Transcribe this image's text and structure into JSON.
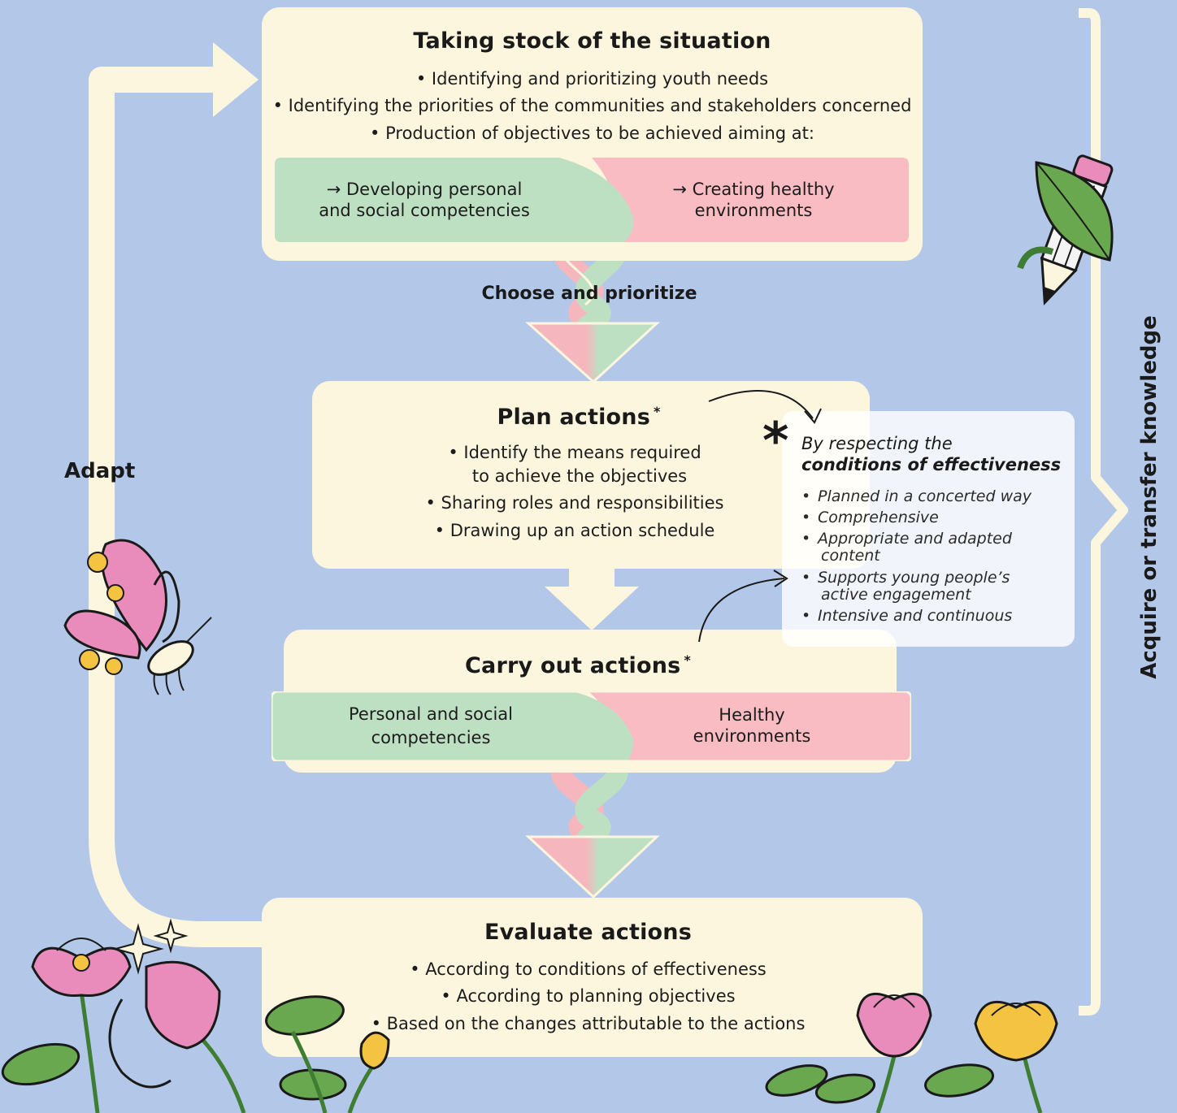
{
  "colors": {
    "background": "#b3c8e8",
    "box": "#fdf6df",
    "green": "#bde0c2",
    "pink": "#f8bcc2",
    "flow": "#fdf6df"
  },
  "steps": {
    "taking_stock": {
      "title": "Taking stock of the situation",
      "lines": [
        "• Identifying and prioritizing youth needs",
        "• Identifying the priorities of the communities and stakeholders concerned",
        "• Production of objectives to be achieved aiming at:"
      ],
      "green_pill": [
        "→ Developing personal",
        "and social competencies"
      ],
      "pink_pill": [
        "→ Creating healthy",
        "environments"
      ]
    },
    "choose_label": "Choose and prioritize",
    "plan": {
      "title": "Plan actions",
      "asterisk": "*",
      "lines": [
        "• Identify the means required",
        "to achieve the objectives",
        "• Sharing roles and responsibilities",
        "• Drawing up an action schedule"
      ]
    },
    "carry_out": {
      "title": "Carry out actions",
      "asterisk": "*",
      "green_pill": [
        "Personal and social",
        "competencies"
      ],
      "pink_pill": [
        "Healthy",
        "environments"
      ]
    },
    "evaluate": {
      "title": "Evaluate actions",
      "lines": [
        "• According to conditions of effectiveness",
        "• According to planning objectives",
        "• Based on the changes attributable to the actions"
      ]
    }
  },
  "conditions": {
    "star": "*",
    "intro": "By respecting the",
    "heading": "conditions of effectiveness",
    "items": [
      [
        "Planned in a concerted way"
      ],
      [
        "Comprehensive"
      ],
      [
        "Appropriate and adapted",
        "content"
      ],
      [
        "Supports young people’s",
        "active engagement"
      ],
      [
        "Intensive and continuous"
      ]
    ],
    "bullet": "•"
  },
  "adapt_label": "Adapt",
  "acquire_label": "Acquire or transfer knowledge"
}
